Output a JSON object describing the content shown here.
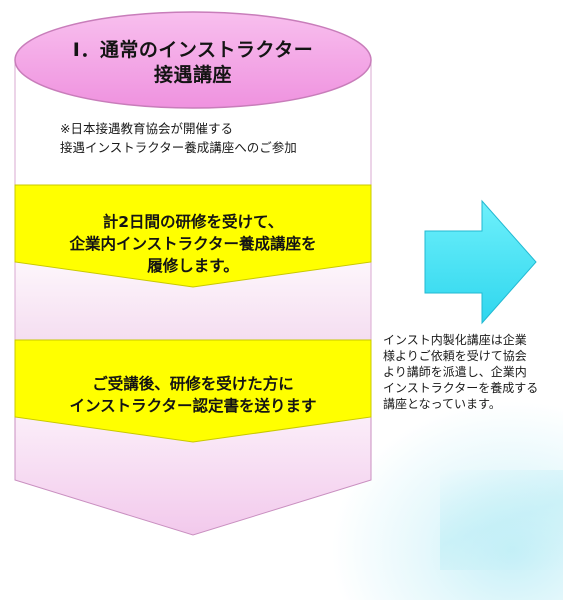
{
  "diagram": {
    "title_lines": [
      "Ⅰ．通常のインストラクター",
      "接遇講座"
    ],
    "note_lines": [
      "※日本接遇教育協会が開催する",
      "接遇インストラクター養成講座へのご参加"
    ],
    "step1_lines": [
      "計2日間の研修を受けて、",
      "企業内インストラクター養成講座を",
      "履修します。"
    ],
    "step2_lines": [
      "ご受講後、研修を受けた方に",
      "インストラクター認定書を送ります"
    ],
    "side_lines": [
      "インスト内製化講座は企業",
      "様よりご依頼を受けて協会",
      "より講師を派遣し、企業内",
      "インストラクターを養成する",
      "講座となっています。"
    ]
  },
  "colors": {
    "title_ellipse": "#f3a6e6",
    "body_pink": "#f6dcf1",
    "step_yellow": "#ffff00",
    "arrow": "#3fe0f3"
  }
}
